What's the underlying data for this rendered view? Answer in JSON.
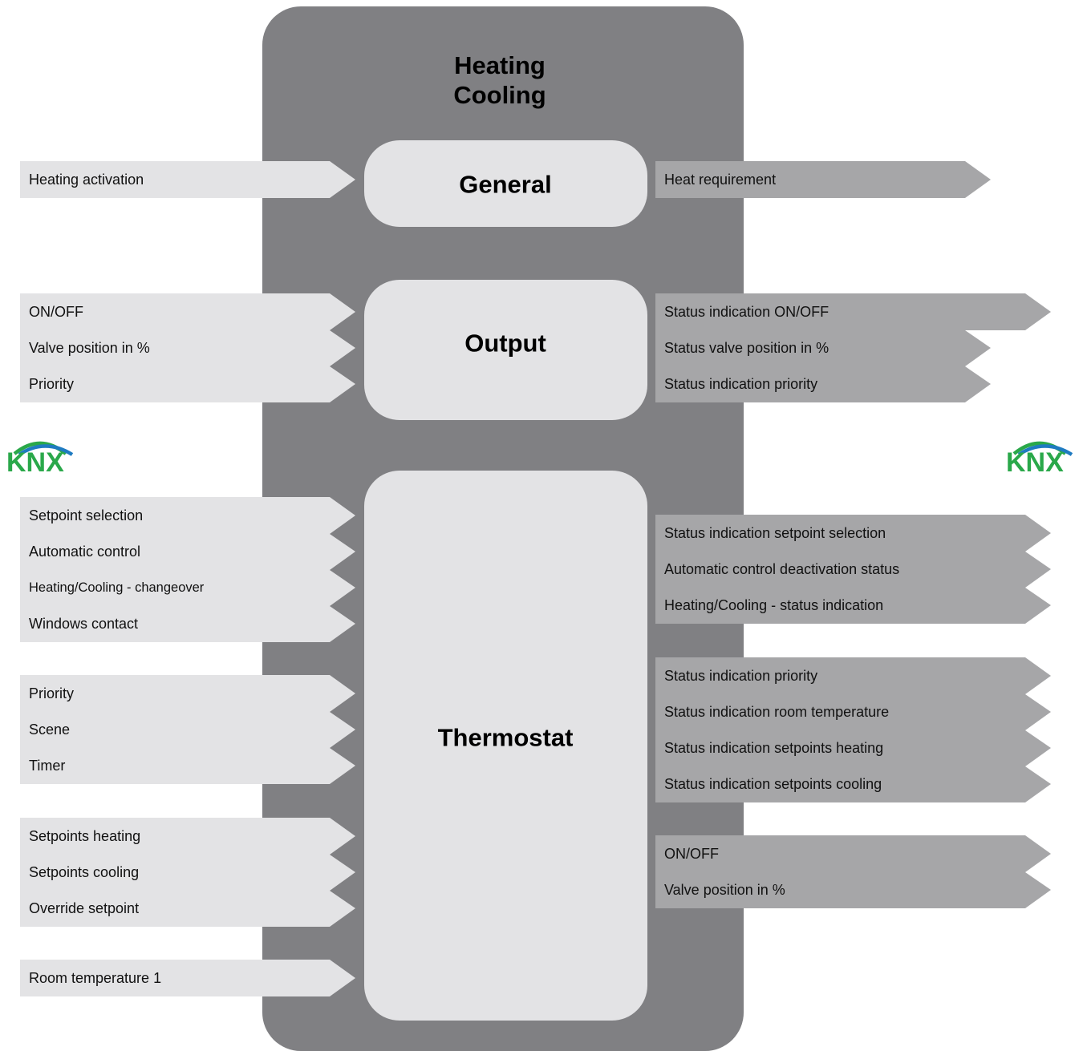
{
  "title_lines": [
    "Heating",
    "Cooling"
  ],
  "colors": {
    "container": "#808083",
    "block": "#e3e3e5",
    "input_arrow": "#e3e3e5",
    "output_arrow": "#a6a6a8",
    "knx_green": "#2aa84a",
    "knx_blue": "#1f7bc1",
    "knx_dark": "#4a4a4a"
  },
  "logo": {
    "text": "KNX"
  },
  "blocks": {
    "general": "General",
    "output": "Output",
    "thermostat": "Thermostat"
  },
  "general": {
    "inputs": [
      "Heating activation"
    ],
    "outputs": [
      "Heat requirement"
    ]
  },
  "output": {
    "inputs": [
      "ON/OFF",
      "Valve position in %",
      "Priority"
    ],
    "outputs": [
      "Status indication ON/OFF",
      "Status valve position in %",
      "Status indication priority"
    ]
  },
  "thermostat": {
    "input_groups": [
      [
        "Setpoint selection",
        "Automatic control",
        "Heating/Cooling - changeover",
        "Windows contact"
      ],
      [
        "Priority",
        "Scene",
        "Timer"
      ],
      [
        "Setpoints heating",
        "Setpoints cooling",
        "Override setpoint"
      ],
      [
        "Room temperature 1"
      ]
    ],
    "output_groups": [
      [
        "Status indication setpoint selection",
        "Automatic control deactivation status",
        "Heating/Cooling - status indication"
      ],
      [
        "Status indication priority",
        "Status indication room temperature",
        "Status indication setpoints heating",
        "Status indication setpoints cooling"
      ],
      [
        "ON/OFF",
        "Valve position in %"
      ]
    ]
  }
}
